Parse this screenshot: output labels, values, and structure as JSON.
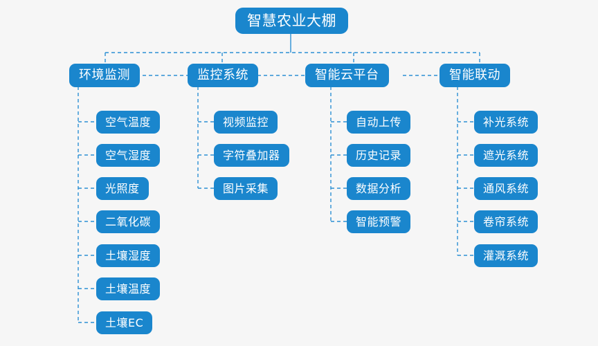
{
  "diagram": {
    "type": "tree",
    "title": "智慧农业大棚",
    "node_color": "#1a86cd",
    "text_color": "#ffffff",
    "connector_color": "#2b8fd4",
    "background_color": "#f6f6f6",
    "root": {
      "label": "智慧农业大棚"
    },
    "branches": [
      {
        "label": "环境监测",
        "children": [
          {
            "label": "空气温度"
          },
          {
            "label": "空气湿度"
          },
          {
            "label": "光照度"
          },
          {
            "label": "二氧化碳"
          },
          {
            "label": "土壤湿度"
          },
          {
            "label": "土壤温度"
          },
          {
            "label": "土壤EC"
          }
        ]
      },
      {
        "label": "监控系统",
        "children": [
          {
            "label": "视频监控"
          },
          {
            "label": "字符叠加器"
          },
          {
            "label": "图片采集"
          }
        ]
      },
      {
        "label": "智能云平台",
        "children": [
          {
            "label": "自动上传"
          },
          {
            "label": "历史记录"
          },
          {
            "label": "数据分析"
          },
          {
            "label": "智能预警"
          }
        ]
      },
      {
        "label": "智能联动",
        "children": [
          {
            "label": "补光系统"
          },
          {
            "label": "遮光系统"
          },
          {
            "label": "通风系统"
          },
          {
            "label": "卷帘系统"
          },
          {
            "label": "灌溉系统"
          }
        ]
      }
    ]
  }
}
